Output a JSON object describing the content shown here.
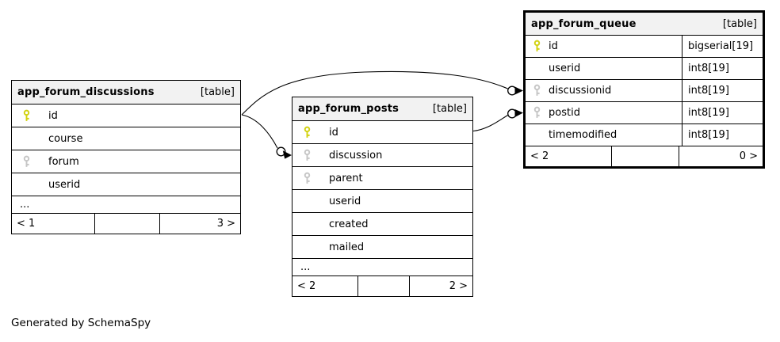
{
  "diagram": {
    "credit": "Generated by SchemaSpy"
  },
  "tables": [
    {
      "name": "app_forum_discussions",
      "tag": "[table]",
      "columns": [
        {
          "name": "id",
          "key": "primary"
        },
        {
          "name": "course",
          "key": ""
        },
        {
          "name": "forum",
          "key": "foreign"
        },
        {
          "name": "userid",
          "key": ""
        }
      ],
      "ellipsis": "...",
      "footer": {
        "parents": "< 1",
        "children": "3 >"
      }
    },
    {
      "name": "app_forum_posts",
      "tag": "[table]",
      "columns": [
        {
          "name": "id",
          "key": "primary"
        },
        {
          "name": "discussion",
          "key": "foreign"
        },
        {
          "name": "parent",
          "key": "foreign"
        },
        {
          "name": "userid",
          "key": ""
        },
        {
          "name": "created",
          "key": ""
        },
        {
          "name": "mailed",
          "key": ""
        }
      ],
      "ellipsis": "...",
      "footer": {
        "parents": "< 2",
        "children": "2 >"
      }
    },
    {
      "name": "app_forum_queue",
      "tag": "[table]",
      "columns": [
        {
          "name": "id",
          "key": "primary",
          "type": "bigserial[19]"
        },
        {
          "name": "userid",
          "key": "",
          "type": "int8[19]"
        },
        {
          "name": "discussionid",
          "key": "foreign",
          "type": "int8[19]"
        },
        {
          "name": "postid",
          "key": "foreign",
          "type": "int8[19]"
        },
        {
          "name": "timemodified",
          "key": "",
          "type": "int8[19]"
        }
      ],
      "footer": {
        "parents": "< 2",
        "children": "0 >"
      }
    }
  ],
  "relationships": [
    {
      "from": "app_forum_discussions.id",
      "to": "app_forum_queue.discussionid"
    },
    {
      "from": "app_forum_discussions.id",
      "to": "app_forum_posts.discussion"
    },
    {
      "from": "app_forum_posts.id",
      "to": "app_forum_queue.postid"
    }
  ],
  "colors": {
    "primary_key": "#d2d211",
    "foreign_key": "#c6c6c6",
    "header_bg": "#f2f2f2",
    "border": "#000000",
    "background": "#ffffff"
  }
}
